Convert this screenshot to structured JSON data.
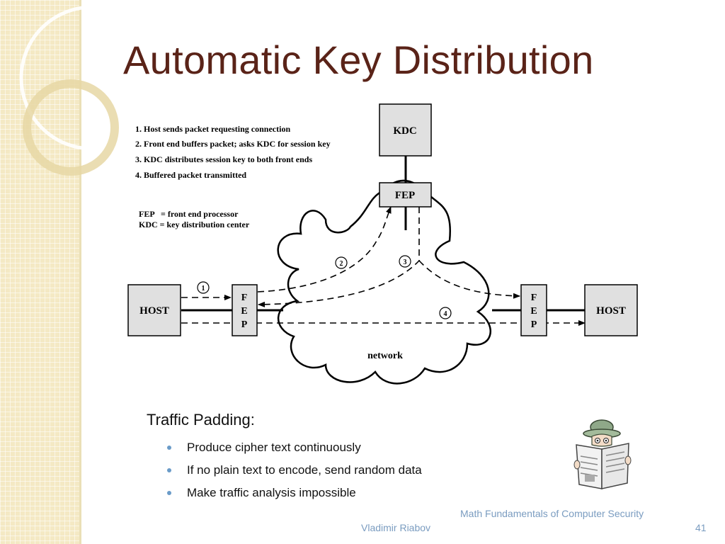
{
  "slide": {
    "title": "Automatic Key Distribution",
    "page_number": "41"
  },
  "footer": {
    "author": "Vladimir Riabov",
    "course": "Math Fundamentals of Computer Security"
  },
  "diagram": {
    "steps": [
      "1. Host sends packet requesting connection",
      "2. Front end buffers packet; asks KDC for session key",
      "3. KDC distributes session key to both front ends",
      "4. Buffered packet transmitted"
    ],
    "legend": [
      "FEP   = front end processor",
      "KDC = key distribution center"
    ],
    "kdc_label": "KDC",
    "kdc_fep_label": "FEP",
    "left_host_label": "HOST",
    "right_host_label": "HOST",
    "fep_letters": [
      "F",
      "E",
      "P"
    ],
    "network_label": "network",
    "markers": [
      "1",
      "2",
      "3",
      "4"
    ]
  },
  "traffic_padding": {
    "heading": "Traffic Padding:",
    "bullets": [
      "Produce cipher text continuously",
      "If no plain text to encode, send random data",
      "Make traffic analysis impossible"
    ]
  },
  "colors": {
    "title": "#5a2318",
    "footer_text": "#7a9cc0",
    "bullet_dot": "#6a9bc8",
    "side_strip": "#f4e9c4",
    "box_fill": "#e0e0e0"
  },
  "icons": [
    "spy-reading-newspaper-icon"
  ]
}
